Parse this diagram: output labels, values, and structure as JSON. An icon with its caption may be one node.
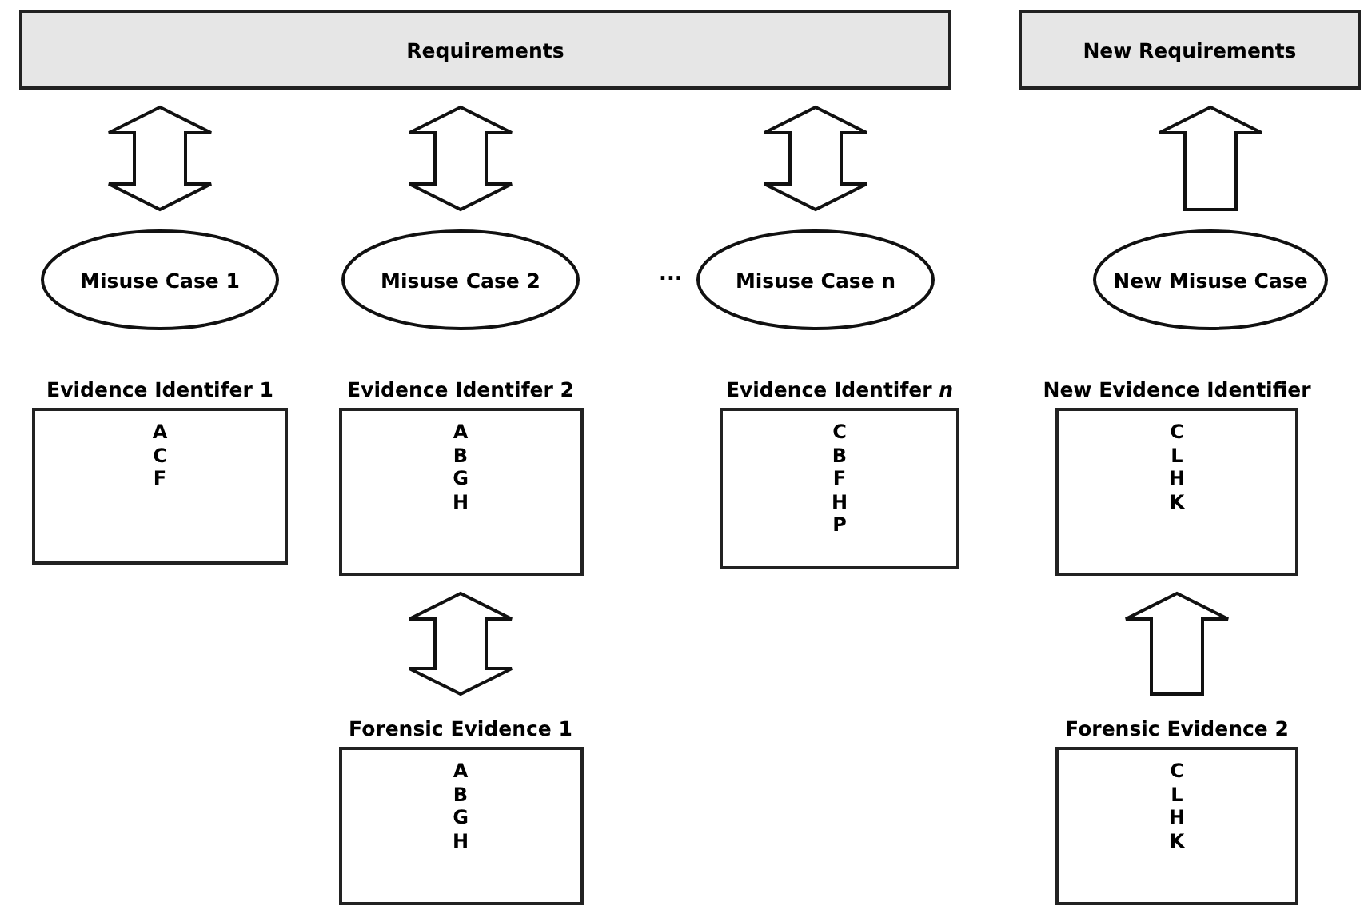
{
  "diagram": {
    "nodes": [
      {
        "text": [
          "Requirements"
        ]
      },
      {
        "text": [
          "New Requirements"
        ]
      },
      {
        "text": [
          "Misuse Case 1"
        ]
      },
      {
        "text": [
          "Misuse Case 2"
        ]
      },
      {
        "text": [
          "Misuse Case n"
        ]
      },
      {
        "text": [
          "New Misuse Case"
        ]
      },
      {
        "text": [
          "Evidence Identifer 1",
          "A C F"
        ]
      },
      {
        "text": [
          "Evidence Identifer 2",
          "A B G H"
        ]
      },
      {
        "text": [
          "Evidence Identifer *n*",
          "C B F H P"
        ]
      },
      {
        "text": [
          "New Evidence Identifier",
          "C L H K"
        ]
      },
      {
        "text": [
          "Forensic Evidence 1",
          "A B G H"
        ]
      },
      {
        "text": [
          "Forensic Evidence 2",
          "C L H K"
        ]
      }
    ],
    "edges": [
      {
        "from": 0,
        "to": 2,
        "arrow": "both"
      },
      {
        "from": 0,
        "to": 3,
        "arrow": "both"
      },
      {
        "from": 0,
        "to": 4,
        "arrow": "both"
      },
      {
        "from": 5,
        "to": 1,
        "arrow": "to"
      },
      {
        "from": 7,
        "to": 10,
        "arrow": "both"
      },
      {
        "from": 11,
        "to": 9,
        "arrow": "to"
      }
    ],
    "labels": [
      "..."
    ]
  }
}
